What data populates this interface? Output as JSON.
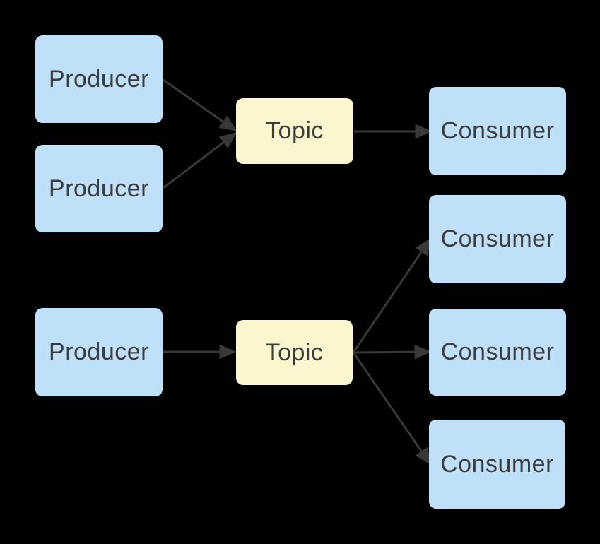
{
  "colors": {
    "background": "#000000",
    "producer_fill": "#BEE0F8",
    "topic_fill": "#FCF6CE",
    "consumer_fill": "#BEE0F8",
    "text": "#3D3D3D",
    "arrow": "#383838"
  },
  "nodes": [
    {
      "id": "producer-1",
      "type": "producer",
      "label": "Producer"
    },
    {
      "id": "producer-2",
      "type": "producer",
      "label": "Producer"
    },
    {
      "id": "producer-3",
      "type": "producer",
      "label": "Producer"
    },
    {
      "id": "topic-1",
      "type": "topic",
      "label": "Topic"
    },
    {
      "id": "topic-2",
      "type": "topic",
      "label": "Topic"
    },
    {
      "id": "consumer-1",
      "type": "consumer",
      "label": "Consumer"
    },
    {
      "id": "consumer-2",
      "type": "consumer",
      "label": "Consumer"
    },
    {
      "id": "consumer-3",
      "type": "consumer",
      "label": "Consumer"
    },
    {
      "id": "consumer-4",
      "type": "consumer",
      "label": "Consumer"
    }
  ],
  "edges": [
    {
      "from": "producer-1",
      "to": "topic-1"
    },
    {
      "from": "producer-2",
      "to": "topic-1"
    },
    {
      "from": "topic-1",
      "to": "consumer-1"
    },
    {
      "from": "producer-3",
      "to": "topic-2"
    },
    {
      "from": "topic-2",
      "to": "consumer-2"
    },
    {
      "from": "topic-2",
      "to": "consumer-3"
    },
    {
      "from": "topic-2",
      "to": "consumer-4"
    }
  ]
}
